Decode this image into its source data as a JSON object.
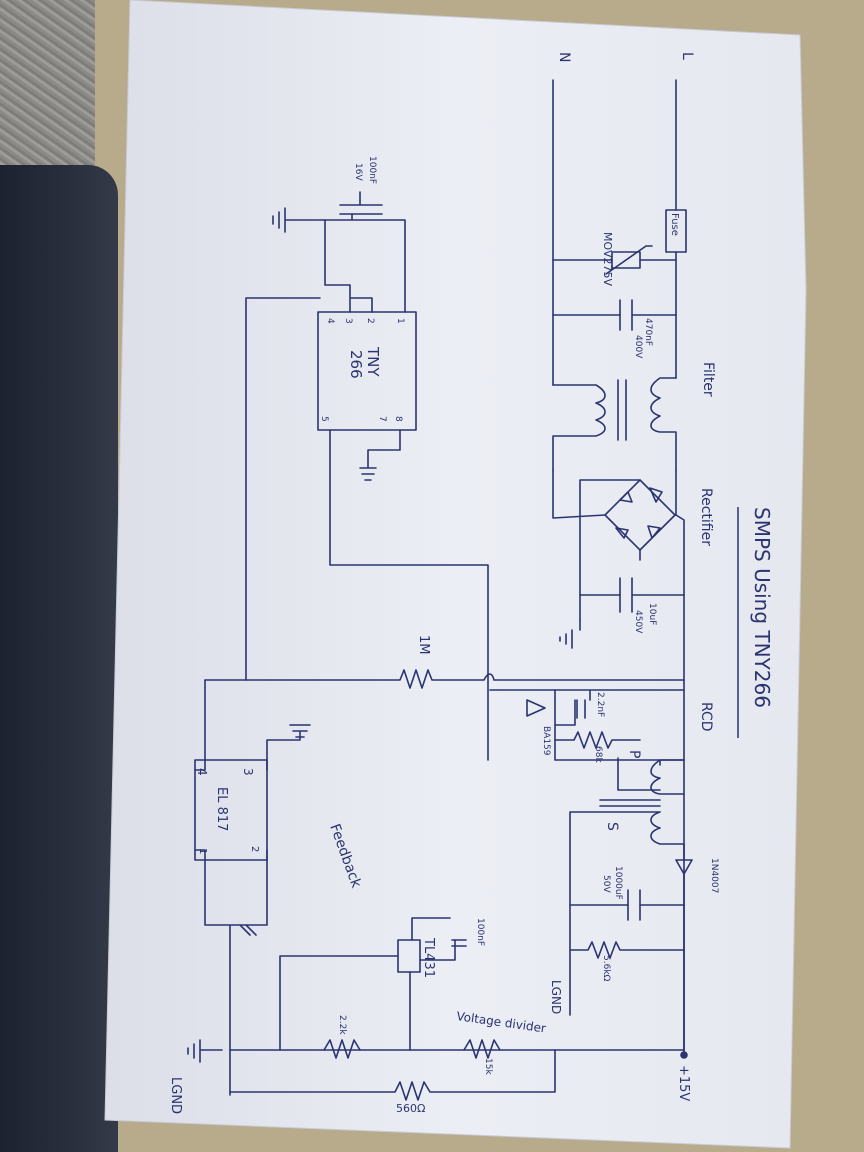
{
  "title": "SMPS Using TNY266",
  "line_label": "L",
  "neutral_label": "N",
  "fuse_label": "Fuse",
  "mov_label": "MOV275V",
  "xcap_value": "470nF",
  "xcap_voltage": "400V",
  "filter_label": "Filter",
  "rectifier_label": "Rectifier",
  "bulk_cap_value": "10uF",
  "bulk_cap_voltage": "450V",
  "bias_resistor": "1M",
  "rcd_label": "RCD",
  "snubber_cap": "2.2nF",
  "snubber_res": "68k",
  "snubber_diode": "BA159",
  "primary_label": "P",
  "secondary_label": "S",
  "output_diode": "1N4007",
  "output_cap_value": "1000uF",
  "output_cap_voltage": "50V",
  "bleeder_res": "5.6kΩ",
  "lgnd_label_right": "LGND",
  "output_label": "+15V",
  "voltage_divider_label": "Voltage divider",
  "divider_upper_res": "15k",
  "divider_lower_res": "2.2k",
  "feedback_label": "Feedback",
  "shunt_ref": "TL431",
  "comp_cap": "100nF",
  "opto_label": "EL 817",
  "opto_pin_1": "1",
  "opto_pin_2": "2",
  "opto_pin_3": "3",
  "opto_pin_4": "4",
  "opto_series_res": "560Ω",
  "lgnd_label_left": "LGND",
  "ic_label_line1": "TNY",
  "ic_label_line2": "266",
  "ic_pin_1": "1",
  "ic_pin_2": "2",
  "ic_pin_3": "3",
  "ic_pin_4": "4",
  "ic_pin_5": "5",
  "ic_pin_7": "7",
  "ic_pin_8": "8",
  "bypass_cap_value": "100nF",
  "bypass_cap_voltage": "16V",
  "colors": {
    "ink": "#2b3470",
    "paper": "#eceef5",
    "desk": "#b8ab8c"
  }
}
